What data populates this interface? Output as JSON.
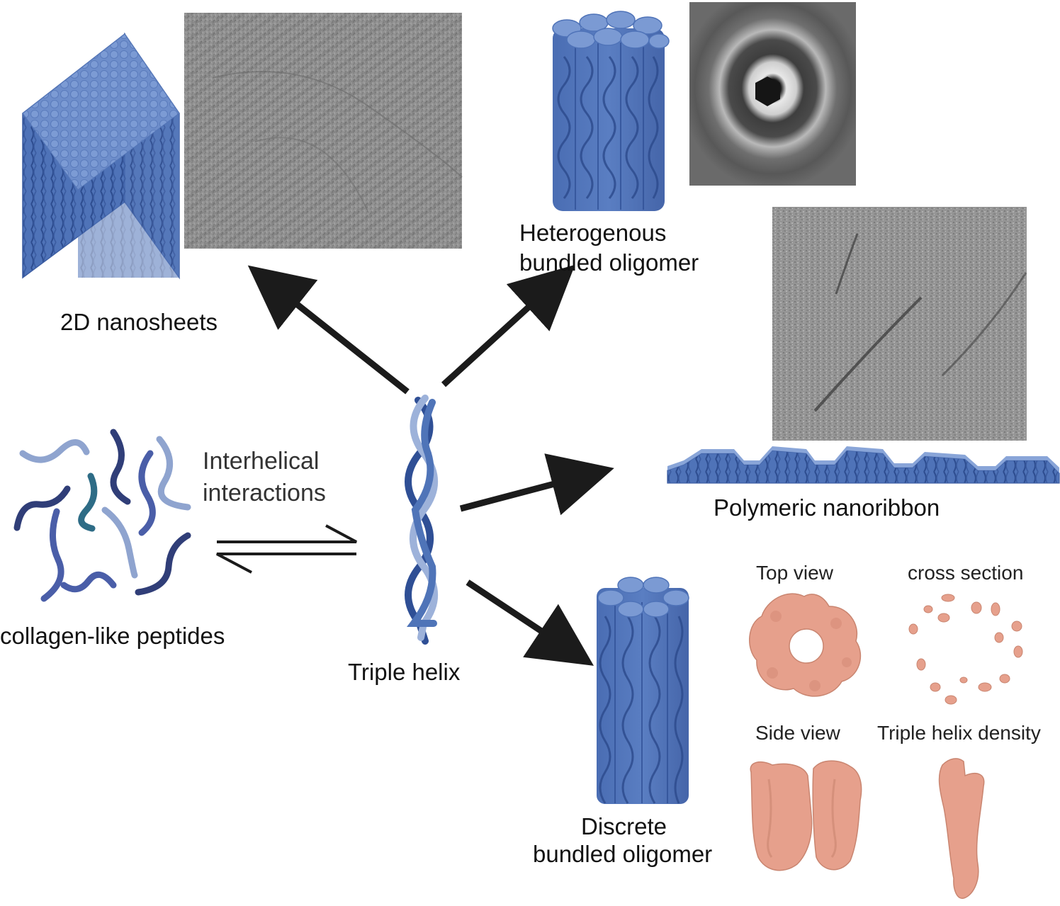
{
  "labels": {
    "nanosheets": "2D nanosheets",
    "heterogenous_line1": "Heterogenous",
    "heterogenous_line2": "bundled oligomer",
    "nanoribbon": "Polymeric nanoribbon",
    "interhelical_line1": "Interhelical",
    "interhelical_line2": "interactions",
    "peptides": "collagen-like peptides",
    "triple_helix": "Triple helix",
    "top_view": "Top view",
    "cross_section": "cross section",
    "side_view": "Side view",
    "triple_helix_density": "Triple helix density",
    "discrete_line1": "Discrete",
    "discrete_line2": "bundled oligomer"
  },
  "colors": {
    "helix_blue": "#4f74b8",
    "helix_dark": "#2f4f95",
    "helix_light": "#9db2da",
    "peptide_navy": "#303e78",
    "peptide_teal": "#2e6c86",
    "arrow": "#1b1b1b",
    "density_pink": "#e6a08c",
    "micrograph_gray": "#8d8d8d"
  }
}
